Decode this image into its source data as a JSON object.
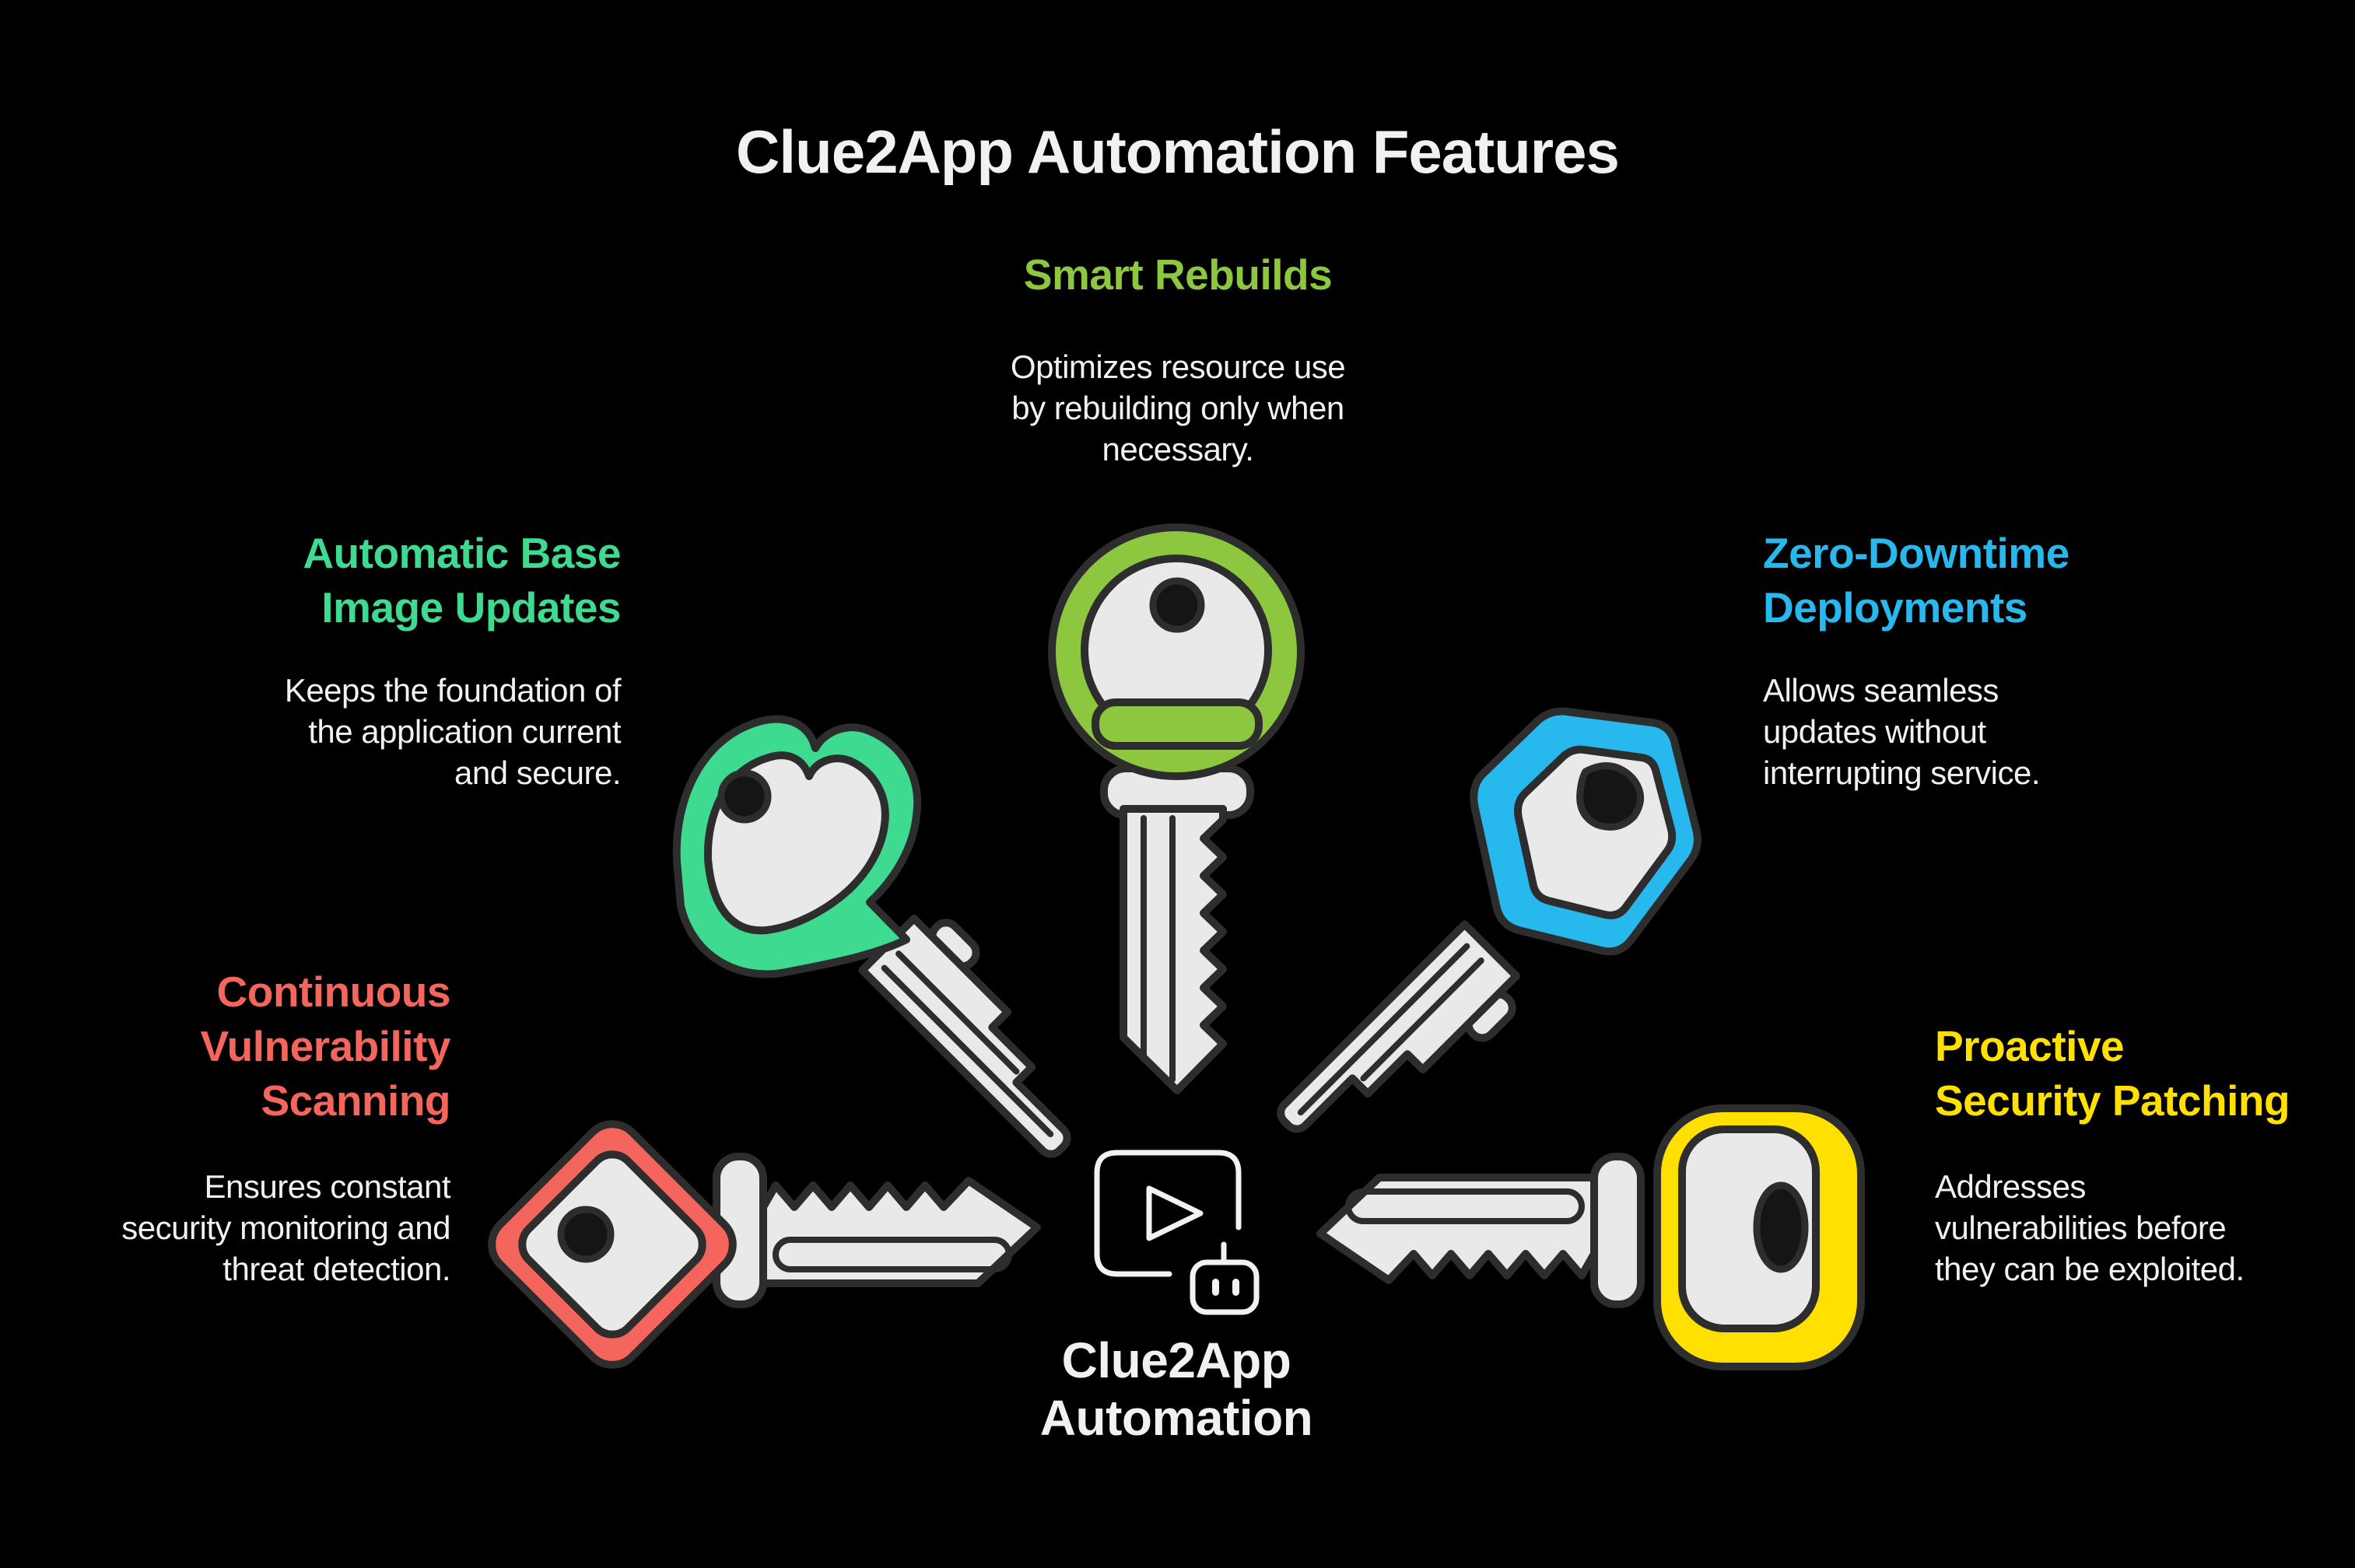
{
  "title": "Clue2App Automation Features",
  "page": {
    "background_color": "#000000",
    "text_color": "#F1F1F1",
    "key_body_color": "#E9E9E9",
    "outline_color": "#2D2D2D"
  },
  "center": {
    "icon": "app-play-robot-icon",
    "label_lines": [
      "Clue2App",
      "Automation"
    ],
    "label": "Clue2App Automation"
  },
  "features": [
    {
      "id": "smart-rebuilds",
      "position": "top-center",
      "color": "#8DC63F",
      "key_style": "round-head-key",
      "title": "Smart Rebuilds",
      "title_lines": [
        "Smart Rebuilds"
      ],
      "description": "Optimizes resource use by rebuilding only when necessary.",
      "description_lines": [
        "Optimizes resource use",
        "by rebuilding only when",
        "necessary."
      ]
    },
    {
      "id": "automatic-base-image-updates",
      "position": "upper-left",
      "color": "#3EDA90",
      "key_style": "clover-head-key",
      "title": "Automatic Base Image Updates",
      "title_lines": [
        "Automatic Base",
        "Image Updates"
      ],
      "description": "Keeps the foundation of the application current and secure.",
      "description_lines": [
        "Keeps the foundation of",
        "the application current",
        "and secure."
      ]
    },
    {
      "id": "zero-downtime-deployments",
      "position": "upper-right",
      "color": "#27B8EE",
      "key_style": "hexagon-head-key",
      "title": "Zero-Downtime Deployments",
      "title_lines": [
        "Zero-Downtime",
        "Deployments"
      ],
      "description": "Allows seamless updates without interrupting service.",
      "description_lines": [
        "Allows seamless",
        "updates without",
        "interrupting service."
      ]
    },
    {
      "id": "continuous-vulnerability-scanning",
      "position": "lower-left",
      "color": "#F4655C",
      "key_style": "diamond-head-key",
      "title": "Continuous Vulnerability Scanning",
      "title_lines": [
        "Continuous",
        "Vulnerability",
        "Scanning"
      ],
      "description": "Ensures constant security monitoring and threat detection.",
      "description_lines": [
        "Ensures constant",
        "security monitoring and",
        "threat detection."
      ]
    },
    {
      "id": "proactive-security-patching",
      "position": "lower-right",
      "color": "#FFE000",
      "key_style": "square-head-key",
      "title": "Proactive Security Patching",
      "title_lines": [
        "Proactive",
        "Security Patching"
      ],
      "description": "Addresses vulnerabilities before they can be exploited.",
      "description_lines": [
        "Addresses",
        "vulnerabilities before",
        "they can be exploited."
      ]
    }
  ]
}
